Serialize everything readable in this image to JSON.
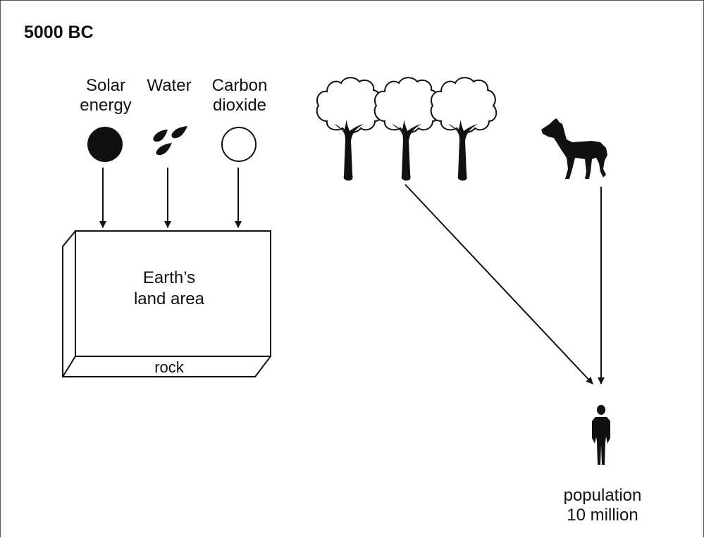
{
  "title": "5000 BC",
  "inputs": [
    {
      "label": "Solar\nenergy",
      "icon": "sun-icon"
    },
    {
      "label": "Water",
      "icon": "water-drops-icon"
    },
    {
      "label": "Carbon\ndioxide",
      "icon": "carbon-dioxide-icon"
    }
  ],
  "land": {
    "label": "Earth’s\nland area",
    "base_label": "rock"
  },
  "population": {
    "label": "population\n10 million",
    "icon": "human-figure-icon"
  },
  "organisms": {
    "trees_icon": "trees-icon",
    "deer_icon": "deer-icon"
  },
  "colors": {
    "ink": "#111111",
    "border": "#555555"
  }
}
